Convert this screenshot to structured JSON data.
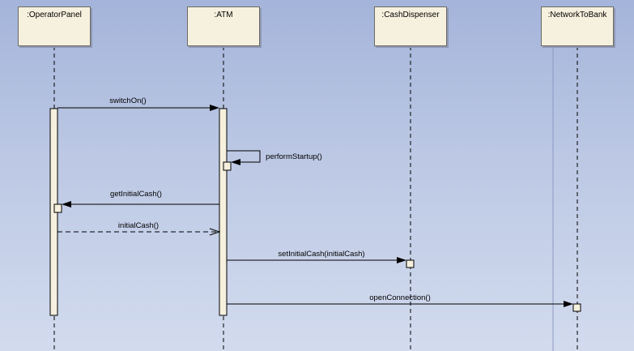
{
  "lifelines": [
    {
      "id": "operatorpanel",
      "label": ":OperatorPanel"
    },
    {
      "id": "atm",
      "label": ":ATM"
    },
    {
      "id": "cashdispenser",
      "label": ":CashDispenser"
    },
    {
      "id": "networktobank",
      "label": ":NetworkToBank"
    }
  ],
  "messages": [
    {
      "label": "switchOn()",
      "from": "operatorpanel",
      "to": "atm",
      "kind": "sync"
    },
    {
      "label": "performStartup()",
      "from": "atm",
      "to": "atm",
      "kind": "self"
    },
    {
      "label": "getInitialCash()",
      "from": "atm",
      "to": "operatorpanel",
      "kind": "sync"
    },
    {
      "label": "initialCash()",
      "from": "operatorpanel",
      "to": "atm",
      "kind": "return"
    },
    {
      "label": "setInitialCash(initialCash)",
      "from": "atm",
      "to": "cashdispenser",
      "kind": "sync"
    },
    {
      "label": "openConnection()",
      "from": "atm",
      "to": "networktobank",
      "kind": "sync"
    }
  ],
  "colors": {
    "head_fill": "#f6f0de",
    "activation_fill": "#f6f0de",
    "line": "#000000"
  }
}
